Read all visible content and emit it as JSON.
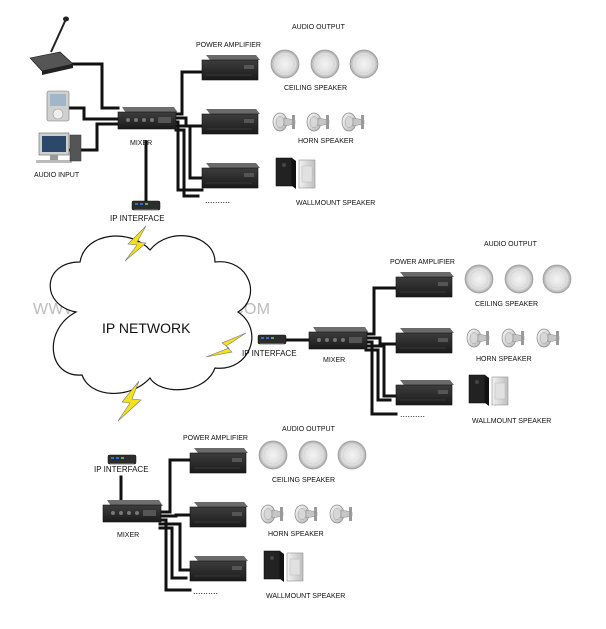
{
  "watermark": "WWW.SUARAPROAUDIO.COM",
  "network_label": "IP NETWORK",
  "source": {
    "audio_input": "AUDIO INPUT",
    "mixer": "MIXER",
    "ip_interface": "IP INTERFACE",
    "power_amplifier": "POWER AMPLIFIER",
    "audio_output": "AUDIO OUTPUT",
    "ceiling_speaker": "CEILING SPEAKER",
    "horn_speaker": "HORN SPEAKER",
    "wallmount_speaker": "WALLMOUNT SPEAKER",
    "more": ".........."
  },
  "site_right": {
    "ip_interface": "IP INTERFACE",
    "mixer": "MIXER",
    "power_amplifier": "POWER AMPLIFIER",
    "audio_output": "AUDIO OUTPUT",
    "ceiling_speaker": "CEILING SPEAKER",
    "horn_speaker": "HORN SPEAKER",
    "wallmount_speaker": "WALLMOUNT SPEAKER",
    "more": ".........."
  },
  "site_bottom": {
    "ip_interface": "IP INTERFACE",
    "mixer": "MIXER",
    "power_amplifier": "POWER AMPLIFIER",
    "audio_output": "AUDIO OUTPUT",
    "ceiling_speaker": "CEILING SPEAKER",
    "horn_speaker": "HORN SPEAKER",
    "wallmount_speaker": "WALLMOUNT SPEAKER",
    "more": ".........."
  },
  "colors": {
    "line": "#111111",
    "lightning": "#f5e11a",
    "device_body": "#3a3a3a",
    "ip_interface_led": "#2f6fd0"
  },
  "icons": [
    "microphone-icon",
    "music-player-icon",
    "computer-icon",
    "mixer-icon",
    "amplifier-icon",
    "ceiling-speaker-icon",
    "horn-speaker-icon",
    "wallmount-speaker-icon",
    "ip-interface-icon",
    "lightning-icon",
    "cloud-icon"
  ]
}
